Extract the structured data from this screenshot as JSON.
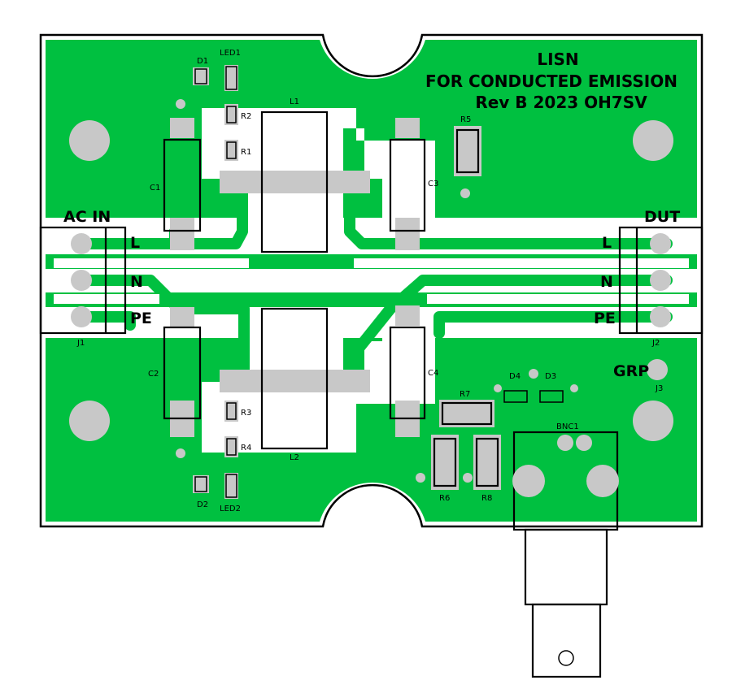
{
  "title": {
    "line1": "LISN",
    "line2": "FOR CONDUCTED EMISSION",
    "line3": "Rev B 2023 OH7SV"
  },
  "labels": {
    "ac_in": "AC IN",
    "dut": "DUT",
    "grp": "GRP",
    "l_left": "L",
    "n_left": "N",
    "pe_left": "PE",
    "l_right": "L",
    "n_right": "N",
    "pe_right": "PE"
  },
  "refdes": {
    "d1": "D1",
    "led1": "LED1",
    "r2": "R2",
    "r1": "R1",
    "l1": "L1",
    "r5": "R5",
    "c1": "C1",
    "c3": "C3",
    "j1": "J1",
    "c2": "C2",
    "r3": "R3",
    "r4": "R4",
    "l2": "L2",
    "d2": "D2",
    "led2": "LED2",
    "c4": "C4",
    "d4": "D4",
    "d3": "D3",
    "r7": "R7",
    "bnc1": "BNC1",
    "r6": "R6",
    "r8": "R8",
    "j2": "J2",
    "j3": "J3"
  },
  "colors": {
    "copper": "#00c040",
    "board_fill": "#00c040",
    "background": "#ffffff",
    "pad": "#c8c8c8",
    "silkscreen": "#000000",
    "isolation": "#ffffff"
  }
}
